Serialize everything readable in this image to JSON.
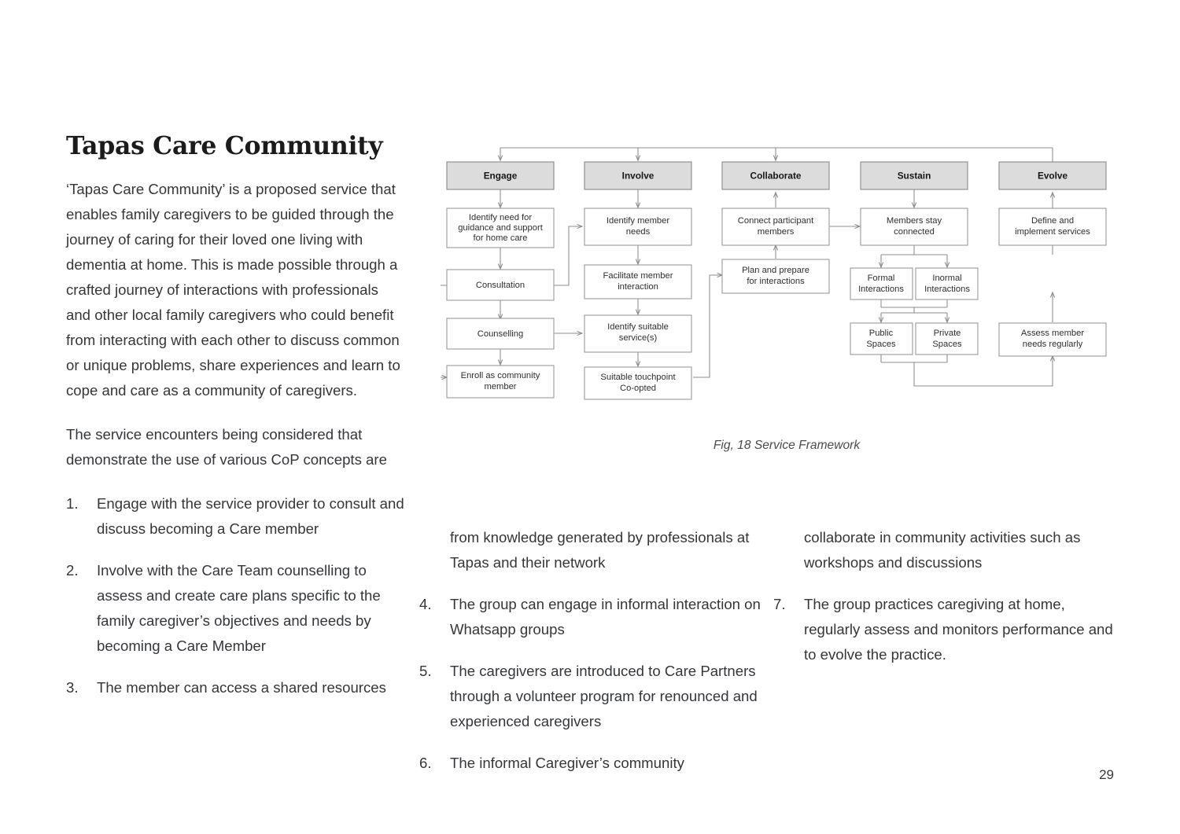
{
  "page": {
    "title": "Tapas Care Community",
    "page_number": "29"
  },
  "intro": {
    "paragraph_1": "‘Tapas Care Community’ is a proposed service that enables family caregivers to be guided through the journey of caring for their loved one living with dementia at home. This is made possible through a crafted journey of interactions with professionals and other local family caregivers who could benefit from interacting with each other to discuss common or unique problems, share experiences and learn to cope and care as a community of caregivers.",
    "paragraph_2": "The service encounters being considered that demonstrate the use of various CoP concepts are"
  },
  "encounters": [
    {
      "num": "1.",
      "text": "Engage with the service provider to consult and discuss becoming a Care member"
    },
    {
      "num": "2.",
      "text": "Involve with the Care Team counselling to assess and create care plans specific to the family caregiver’s objectives and needs by becoming a Care Member"
    },
    {
      "num": "3.",
      "text": "The member can access a shared resources"
    },
    {
      "num": "",
      "text": "from knowledge generated by professionals at Tapas and their network"
    },
    {
      "num": "4.",
      "text": "The group can engage in informal interaction on Whatsapp groups"
    },
    {
      "num": "5.",
      "text": "The caregivers are introduced to Care Partners through a volunteer program for renounced and experienced caregivers"
    },
    {
      "num": "6.",
      "text": "The informal Caregiver’s community"
    },
    {
      "num": "",
      "text": "collaborate in community activities such as workshops and discussions"
    },
    {
      "num": "7.",
      "text": "The group practices caregiving at home, regularly assess and monitors performance and to evolve the practice."
    }
  ],
  "figure": {
    "caption": "Fig, 18 Service Framework",
    "colors": {
      "header_fill": "#dcdcdc",
      "box_fill": "#ffffff",
      "stroke": "#9b9b9b"
    },
    "headers": [
      {
        "id": "engage",
        "label": "Engage"
      },
      {
        "id": "involve",
        "label": "Involve"
      },
      {
        "id": "collaborate",
        "label": "Collaborate"
      },
      {
        "id": "sustain",
        "label": "Sustain"
      },
      {
        "id": "evolve",
        "label": "Evolve"
      }
    ],
    "nodes": [
      {
        "id": "identify-need",
        "column": "engage",
        "lines": [
          "Identify need for",
          "guidance and support",
          "for home care"
        ]
      },
      {
        "id": "consultation",
        "column": "engage",
        "lines": [
          "Consultation"
        ]
      },
      {
        "id": "counselling",
        "column": "engage",
        "lines": [
          "Counselling"
        ]
      },
      {
        "id": "enroll",
        "column": "engage",
        "lines": [
          "Enroll as community",
          "member"
        ]
      },
      {
        "id": "identify-member",
        "column": "involve",
        "lines": [
          "Identify member",
          "needs"
        ]
      },
      {
        "id": "facilitate",
        "column": "involve",
        "lines": [
          "Facilitate member",
          "interaction"
        ]
      },
      {
        "id": "identify-service",
        "column": "involve",
        "lines": [
          "Identify suitable",
          "service(s)"
        ]
      },
      {
        "id": "touchpoint",
        "column": "involve",
        "lines": [
          "Suitable touchpoint",
          "Co-opted"
        ]
      },
      {
        "id": "connect-members",
        "column": "collaborate",
        "lines": [
          "Connect participant",
          "members"
        ]
      },
      {
        "id": "plan-prepare",
        "column": "collaborate",
        "lines": [
          "Plan and prepare",
          "for interactions"
        ]
      },
      {
        "id": "members-connected",
        "column": "sustain",
        "lines": [
          "Members stay",
          "connected"
        ]
      },
      {
        "id": "formal",
        "column": "sustain",
        "lines": [
          "Formal",
          "Interactions"
        ]
      },
      {
        "id": "inormal",
        "column": "sustain",
        "lines": [
          "Inormal",
          "Interactions"
        ]
      },
      {
        "id": "public-spaces",
        "column": "sustain",
        "lines": [
          "Public",
          "Spaces"
        ]
      },
      {
        "id": "private-spaces",
        "column": "sustain",
        "lines": [
          "Private",
          "Spaces"
        ]
      },
      {
        "id": "define-implement",
        "column": "evolve",
        "lines": [
          "Define and",
          "implement services"
        ]
      },
      {
        "id": "assess-member",
        "column": "evolve",
        "lines": [
          "Assess member",
          "needs regularly"
        ]
      }
    ]
  }
}
